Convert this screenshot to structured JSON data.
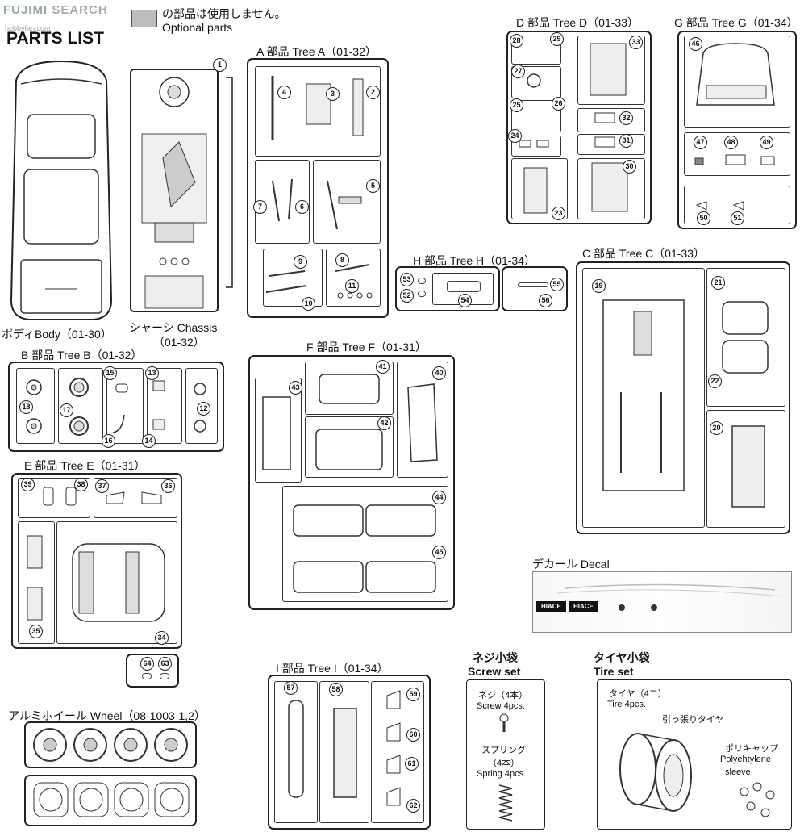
{
  "header": {
    "watermark": "FUJIMI",
    "watermark_suffix": "SEARCH",
    "watermark_site": "hobbyfan.com",
    "optional_jp": "の部品は使用しません。",
    "optional_en": "Optional parts",
    "title": "PARTS LIST"
  },
  "body": {
    "label": "ボディBody（01-30）"
  },
  "chassis": {
    "label1": "シャーシ Chassis",
    "label2": "（01-32）",
    "num": "1"
  },
  "trees": {
    "A": {
      "label": "A 部品 Tree A（01-32）",
      "nums": [
        "2",
        "3",
        "4",
        "5",
        "6",
        "7",
        "8",
        "9",
        "10",
        "11"
      ]
    },
    "B": {
      "label": "B 部品 Tree B（01-32）",
      "nums": [
        "12",
        "13",
        "14",
        "15",
        "16",
        "17",
        "18"
      ]
    },
    "C": {
      "label": "C 部品 Tree C（01-33）",
      "nums": [
        "19",
        "20",
        "21",
        "22"
      ]
    },
    "D": {
      "label": "D 部品 Tree D（01-33）",
      "nums": [
        "23",
        "24",
        "25",
        "26",
        "27",
        "28",
        "29",
        "30",
        "31",
        "32",
        "33"
      ]
    },
    "E": {
      "label": "E 部品 Tree E（01-31）",
      "nums": [
        "34",
        "35",
        "36",
        "37",
        "38",
        "39",
        "63",
        "64"
      ]
    },
    "F": {
      "label": "F 部品 Tree F（01-31）",
      "nums": [
        "40",
        "41",
        "42",
        "43",
        "44",
        "45"
      ]
    },
    "G": {
      "label": "G 部品 Tree G（01-34）",
      "nums": [
        "46",
        "47",
        "48",
        "49",
        "50",
        "51"
      ]
    },
    "H": {
      "label": "H 部品 Tree H（01-34）",
      "nums": [
        "52",
        "53",
        "54",
        "55",
        "56"
      ]
    },
    "I": {
      "label": "I 部品 Tree I（01-34）",
      "nums": [
        "57",
        "58",
        "59",
        "60",
        "61",
        "62"
      ]
    }
  },
  "decal": {
    "label": "デカール Decal",
    "logo1": "HIACE",
    "logo2": "HIACE"
  },
  "wheel": {
    "label": "アルミホイール Wheel（08-1003-1,2）"
  },
  "screw": {
    "title_jp": "ネジ小袋",
    "title_en": "Screw set",
    "screw_jp": "ネジ（4本）",
    "screw_en": "Screw 4pcs.",
    "spring_jp": "スプリング",
    "spring_count": "（4本）",
    "spring_en": "Spring 4pcs."
  },
  "tire": {
    "title_jp": "タイヤ小袋",
    "title_en": "Tire set",
    "tire_jp": "タイヤ（4コ）",
    "tire_en": "Tire 4pcs.",
    "pull_jp": "引っ張りタイヤ",
    "cap_jp": "ポリキャップ",
    "cap_en1": "Polyehtylene",
    "cap_en2": "sleeve"
  }
}
